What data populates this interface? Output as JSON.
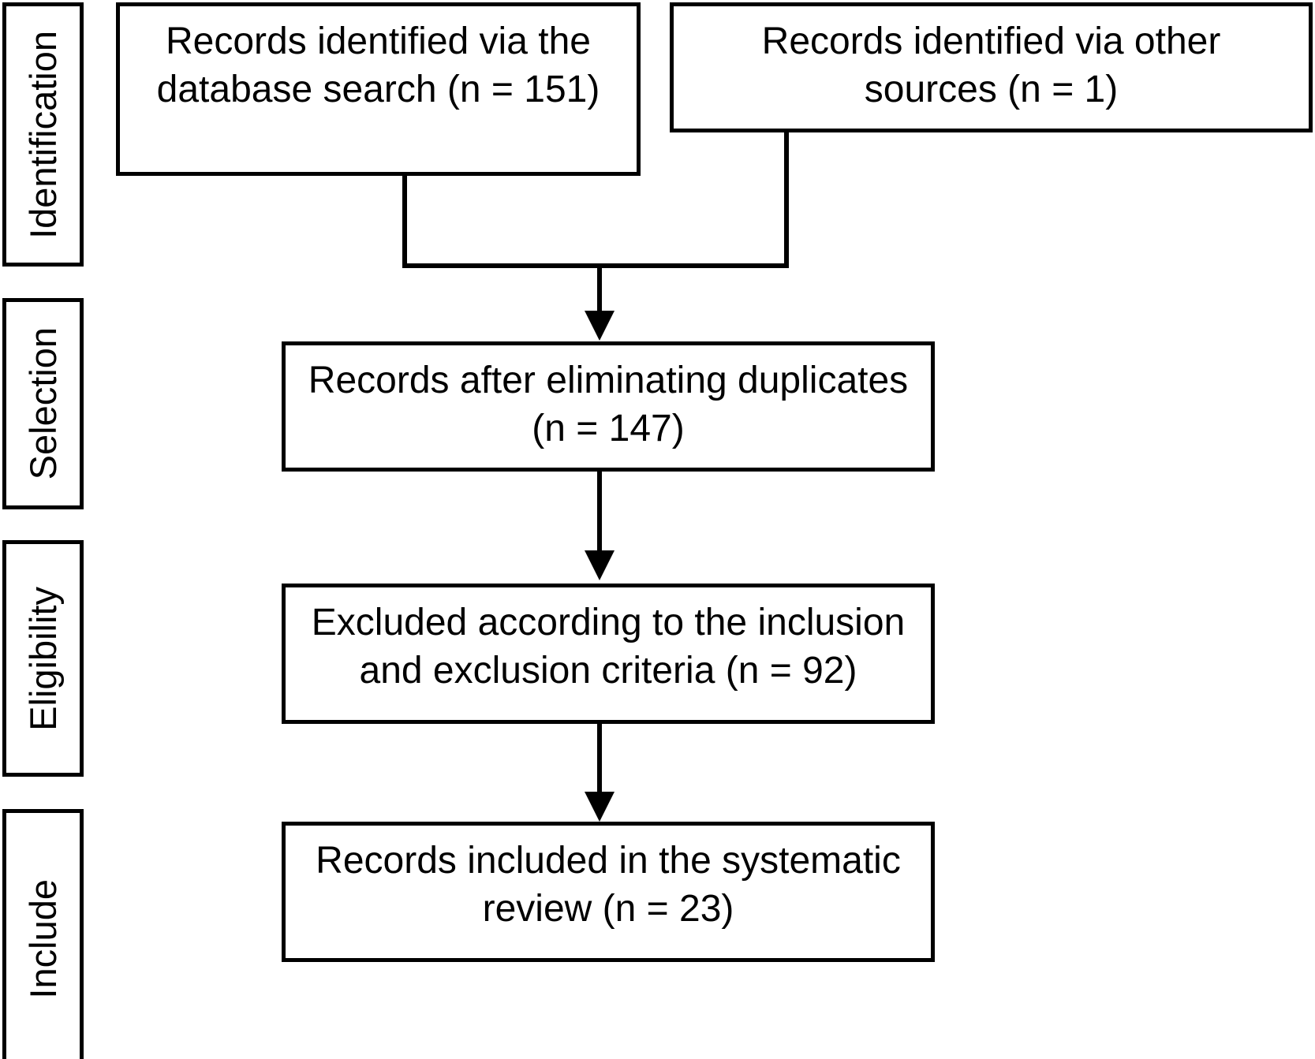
{
  "diagram": {
    "type": "prisma-flow-diagram",
    "stages": [
      {
        "id": "identification",
        "label": "Identification"
      },
      {
        "id": "selection",
        "label": "Selection"
      },
      {
        "id": "eligibility",
        "label": "Eligibility"
      },
      {
        "id": "include",
        "label": "Include"
      }
    ],
    "boxes": [
      {
        "id": "records-database-search",
        "text": "Records identified via the\ndatabase search (n = 151)",
        "count": 151,
        "stage": "identification"
      },
      {
        "id": "records-other-sources",
        "text": "Records identified via other\nsources (n = 1)",
        "count": 1,
        "stage": "identification"
      },
      {
        "id": "records-after-duplicates",
        "text": "Records after eliminating duplicates\n(n = 147)",
        "count": 147,
        "stage": "selection"
      },
      {
        "id": "records-excluded",
        "text": "Excluded according to the inclusion\nand exclusion criteria (n = 92)",
        "count": 92,
        "stage": "eligibility"
      },
      {
        "id": "records-included",
        "text": "Records included in the systematic\nreview (n = 23)",
        "count": 23,
        "stage": "include"
      }
    ],
    "connectors": [
      {
        "id": "merge-to-duplicates",
        "from": [
          "records-database-search",
          "records-other-sources"
        ],
        "to": "records-after-duplicates",
        "arrow": true
      },
      {
        "id": "duplicates-to-excluded",
        "from": [
          "records-after-duplicates"
        ],
        "to": "records-excluded",
        "arrow": true
      },
      {
        "id": "excluded-to-included",
        "from": [
          "records-excluded"
        ],
        "to": "records-included",
        "arrow": true
      }
    ],
    "colors": {
      "stroke": "#000000",
      "fill": "#ffffff",
      "text": "#000000"
    }
  }
}
